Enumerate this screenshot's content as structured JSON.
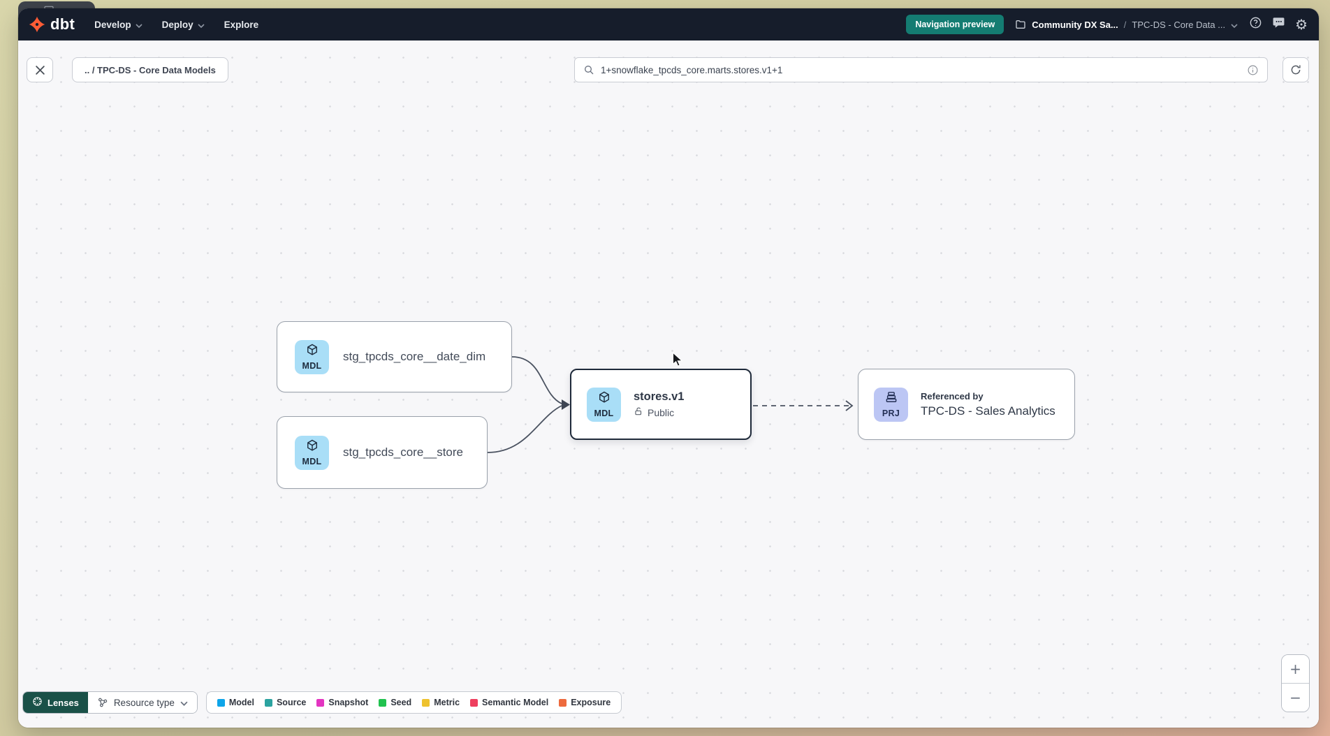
{
  "app": {
    "brand": "dbt"
  },
  "nav": {
    "items": [
      {
        "label": "Develop",
        "has_chevron": true
      },
      {
        "label": "Deploy",
        "has_chevron": true
      },
      {
        "label": "Explore",
        "has_chevron": false
      }
    ],
    "preview_badge": "Navigation preview",
    "breadcrumb": {
      "project": "Community DX Sa...",
      "separator": "/",
      "current": "TPC-DS - Core Data ..."
    }
  },
  "toolbar": {
    "breadcrumb_chip": ".. / TPC-DS - Core Data Models",
    "search_value": "1+snowflake_tpcds_core.marts.stores.v1+1"
  },
  "graph": {
    "nodes": [
      {
        "badge": "MDL",
        "label": "stg_tpcds_core__date_dim"
      },
      {
        "badge": "MDL",
        "label": "stg_tpcds_core__store"
      },
      {
        "badge": "MDL",
        "label": "stores.v1",
        "access": "Public",
        "selected": true
      },
      {
        "badge": "PRJ",
        "kicker": "Referenced by",
        "label": "TPC-DS - Sales Analytics"
      }
    ]
  },
  "controls": {
    "lenses": "Lenses",
    "resource_type": "Resource type",
    "legend": [
      {
        "label": "Model",
        "color": "#0ea5e9"
      },
      {
        "label": "Source",
        "color": "#2ba3a0"
      },
      {
        "label": "Snapshot",
        "color": "#e335c1"
      },
      {
        "label": "Seed",
        "color": "#21c24f"
      },
      {
        "label": "Metric",
        "color": "#eec22e"
      },
      {
        "label": "Semantic Model",
        "color": "#ee3f5e"
      },
      {
        "label": "Exposure",
        "color": "#ed6a3d"
      }
    ],
    "zoom_in": "+",
    "zoom_out": "−"
  },
  "colors": {
    "navbar": "#161d2b",
    "accent_teal": "#147c72",
    "lenses_teal": "#1a5148",
    "model_badge_bg": "#a9def7",
    "project_badge_bg": "#bcc6f4",
    "selected_node_border": "#1f2a3a"
  }
}
